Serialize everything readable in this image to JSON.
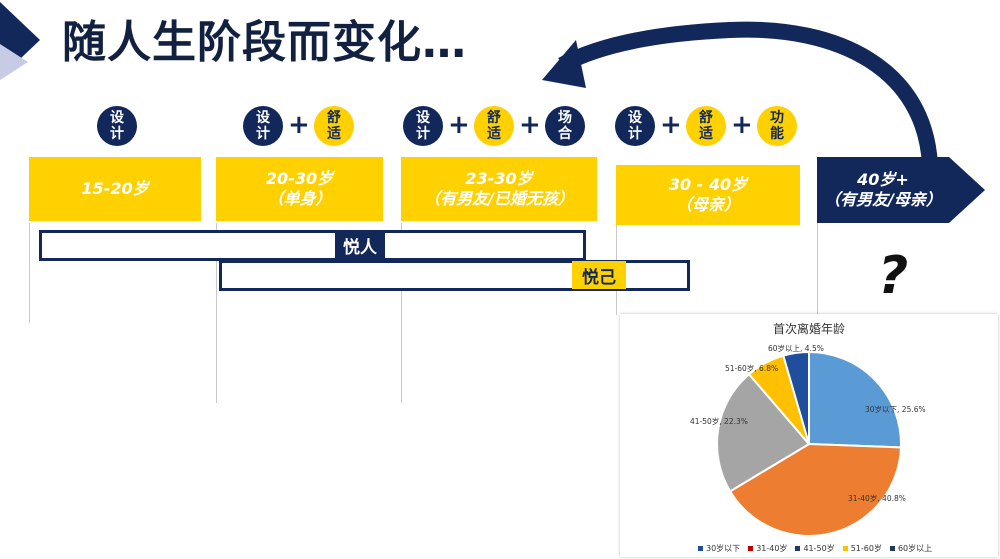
{
  "title": "随人生阶段而变化…",
  "colors": {
    "navy": "#13285a",
    "yellow": "#ffd100"
  },
  "stage_factors": [
    {
      "circles": [
        {
          "label": "设计",
          "color": "navy"
        }
      ]
    },
    {
      "circles": [
        {
          "label": "设计",
          "color": "navy"
        },
        {
          "label": "舒适",
          "color": "yellow"
        }
      ]
    },
    {
      "circles": [
        {
          "label": "设计",
          "color": "navy"
        },
        {
          "label": "舒适",
          "color": "yellow"
        },
        {
          "label": "场合",
          "color": "navy"
        }
      ]
    },
    {
      "circles": [
        {
          "label": "设计",
          "color": "navy"
        },
        {
          "label": "舒适",
          "color": "yellow"
        },
        {
          "label": "功能",
          "color": "yellow"
        }
      ]
    }
  ],
  "plus_sign": "+",
  "stages": [
    {
      "line1": "15-20岁",
      "line2": ""
    },
    {
      "line1": "20-30岁",
      "line2": "（单身）"
    },
    {
      "line1": "23-30岁",
      "line2": "（有男友/已婚无孩）"
    },
    {
      "line1": "30 - 40岁",
      "line2": "（母亲）"
    },
    {
      "line1": "40岁+",
      "line2": "（有男友/母亲）"
    }
  ],
  "bars": {
    "please_others": "悦人",
    "please_self": "悦己"
  },
  "question_mark": "?",
  "chart_data": {
    "type": "pie",
    "title": "首次离婚年龄",
    "slices": [
      {
        "name": "30岁以下",
        "value": 25.6,
        "label": "30岁以下, 25.6%",
        "color": "#5b9bd5"
      },
      {
        "name": "31-40岁",
        "value": 40.8,
        "label": "31-40岁, 40.8%",
        "color": "#ed7d31"
      },
      {
        "name": "41-50岁",
        "value": 22.3,
        "label": "41-50岁, 22.3%",
        "color": "#a5a5a5"
      },
      {
        "name": "51-60岁",
        "value": 6.8,
        "label": "51-60岁, 6.8%",
        "color": "#ffc000"
      },
      {
        "name": "60岁以上",
        "value": 4.5,
        "label": "60岁以上, 4.5%",
        "color": "#1f4e9c"
      }
    ],
    "legend_position": "bottom",
    "legend_colors": [
      "#1f4e9c",
      "#c00000",
      "#203864",
      "#ffc000",
      "#203864"
    ]
  }
}
